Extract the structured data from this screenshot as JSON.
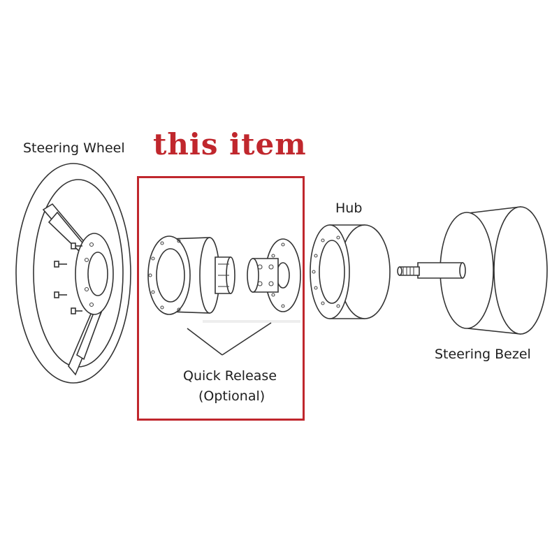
{
  "callout": "this item",
  "labels": {
    "steering_wheel": "Steering Wheel",
    "hub": "Hub",
    "steering_bezel": "Steering Bezel",
    "quick_release_line1": "Quick Release",
    "quick_release_line2": "(Optional)"
  },
  "colors": {
    "accent": "#c0272d",
    "line": "#333333",
    "text": "#1e1e1e"
  }
}
